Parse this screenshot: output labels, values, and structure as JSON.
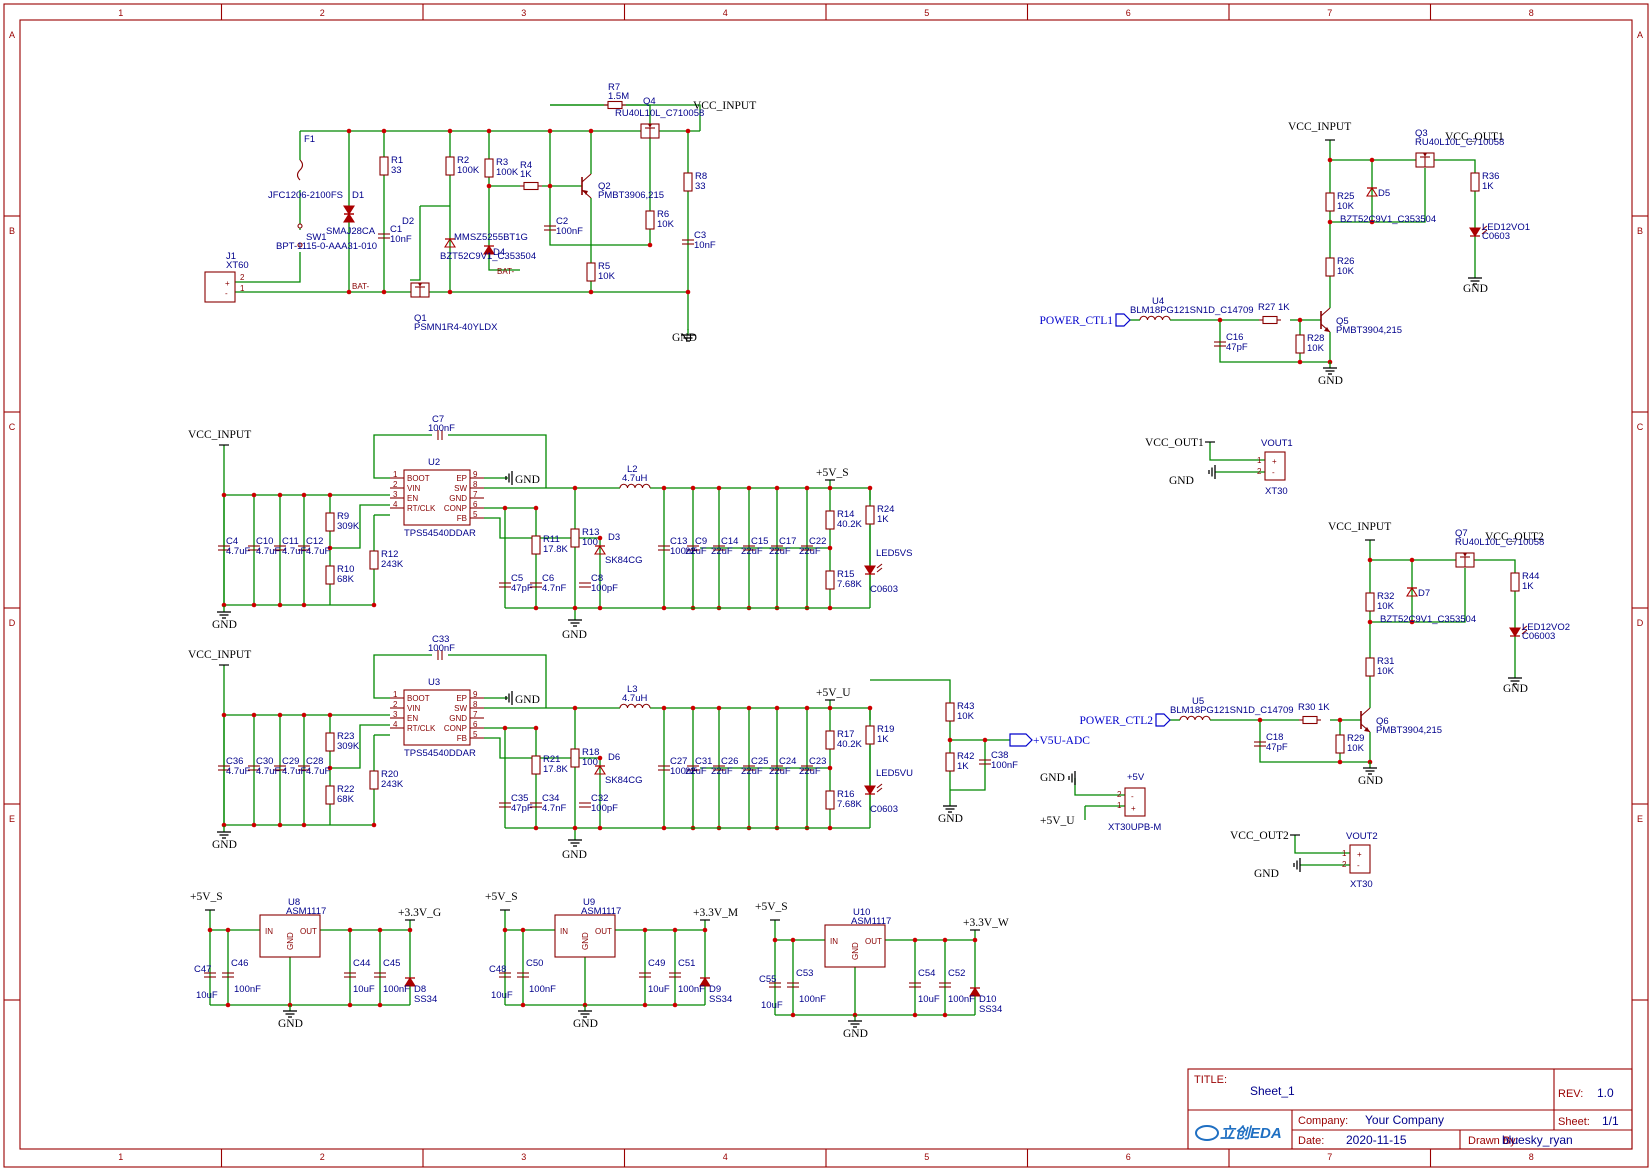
{
  "sheet": {
    "grid_columns": [
      "1",
      "2",
      "3",
      "4",
      "5",
      "6",
      "7",
      "8"
    ],
    "grid_rows": [
      "A",
      "B",
      "C",
      "D",
      "E"
    ]
  },
  "title_block": {
    "title_label": "TITLE:",
    "title_value": "Sheet_1",
    "rev_label": "REV:",
    "rev_value": "1.0",
    "company_label": "Company:",
    "company_value": "Your Company",
    "sheet_label": "Sheet:",
    "sheet_value": "1/1",
    "date_label": "Date:",
    "date_value": "2020-11-15",
    "drawn_label": "Drawn By:",
    "drawn_value": "bluesky_ryan",
    "logo_text": "立创EDA"
  },
  "nets": {
    "vcc_input": "VCC_INPUT",
    "gnd": "GND",
    "bat_minus": "BAT-",
    "v5s": "+5V_S",
    "v5u": "+5V_U",
    "v5": "+5V",
    "vcc_out1": "VCC_OUT1",
    "vcc_out2": "VCC_OUT2",
    "v33g": "+3.3V_G",
    "v33m": "+3.3V_M",
    "v33w": "+3.3V_W"
  },
  "ports": {
    "power_ctl1": "POWER_CTL1",
    "power_ctl2": "POWER_CTL2",
    "v5u_adc": "+V5U-ADC"
  },
  "input_stage": {
    "J1": [
      "J1",
      "XT60"
    ],
    "F1": [
      "F1",
      "JFC1206-2100FS"
    ],
    "D1": [
      "D1",
      "SMAJ28CA"
    ],
    "SW1": [
      "SW1",
      "BPT-1115-0-AAA31-010"
    ],
    "R1": [
      "R1",
      "33"
    ],
    "C1": [
      "C1",
      "10nF"
    ],
    "R2": [
      "R2",
      "100K"
    ],
    "D2": [
      "D2",
      "BZT52C9V1_C353504"
    ],
    "Q1": [
      "Q1",
      "PSMN1R4-40YLDX"
    ],
    "R3": [
      "R3",
      "100K"
    ],
    "D4": [
      "D4",
      "MMSZ5255BT1G"
    ],
    "R4": [
      "R4",
      "1K"
    ],
    "C2": [
      "C2",
      "100nF"
    ],
    "R5": [
      "R5",
      "10K"
    ],
    "Q2": [
      "Q2",
      "PMBT3906,215"
    ],
    "R6": [
      "R6",
      "10K"
    ],
    "R7": [
      "R7",
      "1.5M"
    ],
    "Q4": [
      "Q4",
      "RU40L10L_C710058"
    ],
    "R8": [
      "R8",
      "33"
    ],
    "C3": [
      "C3",
      "10nF"
    ]
  },
  "buck_s": {
    "U2": [
      "U2",
      "TPS54540DDAR"
    ],
    "C7": [
      "C7",
      "100nF"
    ],
    "L2": [
      "L2",
      "4.7uH"
    ],
    "R9": [
      "R9",
      "309K"
    ],
    "R10": [
      "R10",
      "68K"
    ],
    "R12": [
      "R12",
      "243K"
    ],
    "R11": [
      "R11",
      "17.8K"
    ],
    "R13": [
      "R13",
      "100"
    ],
    "D3": [
      "D3",
      "SK84CG"
    ],
    "C5": [
      "C5",
      "47pF"
    ],
    "C6": [
      "C6",
      "4.7nF"
    ],
    "C8": [
      "C8",
      "100pF"
    ],
    "C13": [
      "C13",
      "100nF"
    ],
    "R14": [
      "R14",
      "40.2K"
    ],
    "R15": [
      "R15",
      "7.68K"
    ],
    "R24": [
      "R24",
      "1K"
    ],
    "LED": [
      "LED5VS",
      "C0603"
    ],
    "in_caps": [
      "C4",
      "C10",
      "C11",
      "C12"
    ],
    "in_vals": [
      "4.7uF",
      "4.7uF",
      "4.7uF",
      "4.7uF"
    ],
    "out_caps": [
      "C9",
      "C14",
      "C15",
      "C17",
      "C22"
    ],
    "out_vals": [
      "22uF",
      "22uF",
      "22uF",
      "22uF",
      "22uF"
    ]
  },
  "buck_u": {
    "U3": [
      "U3",
      "TPS54540DDAR"
    ],
    "C33": [
      "C33",
      "100nF"
    ],
    "L3": [
      "L3",
      "4.7uH"
    ],
    "R23": [
      "R23",
      "309K"
    ],
    "R22": [
      "R22",
      "68K"
    ],
    "R20": [
      "R20",
      "243K"
    ],
    "R21": [
      "R21",
      "17.8K"
    ],
    "R18": [
      "R18",
      "100"
    ],
    "D6": [
      "D6",
      "SK84CG"
    ],
    "C35": [
      "C35",
      "47pF"
    ],
    "C34": [
      "C34",
      "4.7nF"
    ],
    "C32": [
      "C32",
      "100pF"
    ],
    "C27": [
      "C27",
      "100nF"
    ],
    "R17": [
      "R17",
      "40.2K"
    ],
    "R16": [
      "R16",
      "7.68K"
    ],
    "R19": [
      "R19",
      "1K"
    ],
    "LED": [
      "LED5VU",
      "C0603"
    ],
    "R43": [
      "R43",
      "10K"
    ],
    "R42": [
      "R42",
      "1K"
    ],
    "C38": [
      "C38",
      "100nF"
    ],
    "in_caps": [
      "C36",
      "C30",
      "C29",
      "C28"
    ],
    "in_vals": [
      "4.7uF",
      "4.7uF",
      "4.7uF",
      "4.7uF"
    ],
    "out_caps": [
      "C31",
      "C26",
      "C25",
      "C24",
      "C23"
    ],
    "out_vals": [
      "22uF",
      "22uF",
      "22uF",
      "22uF",
      "22uF"
    ]
  },
  "ic_pins": {
    "left": [
      "BOOT",
      "VIN",
      "EN",
      "RT/CLK"
    ],
    "left_no": [
      "1",
      "2",
      "3",
      "4"
    ],
    "right": [
      "EP",
      "SW",
      "GND",
      "CONP",
      "FB"
    ],
    "right_no": [
      "9",
      "8",
      "7",
      "6",
      "5"
    ]
  },
  "ldo": {
    "pins": [
      "IN",
      "OUT",
      "GND"
    ],
    "g": {
      "U": [
        "U8",
        "ASM1117"
      ],
      "Ca": [
        "C47",
        "10uF"
      ],
      "Cb": [
        "C46",
        "100nF"
      ],
      "Cc": [
        "C44",
        "10uF"
      ],
      "Cd": [
        "C45",
        "100nF"
      ],
      "D": [
        "D8",
        "SS34"
      ]
    },
    "m": {
      "U": [
        "U9",
        "ASM1117"
      ],
      "Ca": [
        "C48",
        "10uF"
      ],
      "Cb": [
        "C50",
        "100nF"
      ],
      "Cc": [
        "C49",
        "10uF"
      ],
      "Cd": [
        "C51",
        "100nF"
      ],
      "D": [
        "D9",
        "SS34"
      ]
    },
    "w": {
      "U": [
        "U10",
        "ASM1117"
      ],
      "Ca": [
        "C55",
        "10uF"
      ],
      "Cb": [
        "C53",
        "100nF"
      ],
      "Cc": [
        "C54",
        "10uF"
      ],
      "Cd": [
        "C52",
        "100nF"
      ],
      "D": [
        "D10",
        "SS34"
      ]
    }
  },
  "switch1": {
    "Q3": [
      "Q3",
      "RU40L10L_C710058"
    ],
    "R25": [
      "R25",
      "10K"
    ],
    "D5": [
      "D5",
      "BZT52C9V1_C353504"
    ],
    "R36": [
      "R36",
      "1K"
    ],
    "LED": [
      "LED12VO1",
      "C0603"
    ],
    "R26": [
      "R26",
      "10K"
    ],
    "U4": [
      "U4",
      "BLM18PG121SN1D_C14709"
    ],
    "R27": [
      "R27",
      "1K"
    ],
    "Q5": [
      "Q5",
      "PMBT3904,215"
    ],
    "R28": [
      "R28",
      "10K"
    ],
    "C16": [
      "C16",
      "47pF"
    ]
  },
  "switch2": {
    "Q7": [
      "Q7",
      "RU40L10L_C710058"
    ],
    "R32": [
      "R32",
      "10K"
    ],
    "D7": [
      "D7",
      "BZT52C9V1_C353504"
    ],
    "R44": [
      "R44",
      "1K"
    ],
    "LED": [
      "LED12VO2",
      "C06003"
    ],
    "R31": [
      "R31",
      "10K"
    ],
    "U5": [
      "U5",
      "BLM18PG121SN1D_C14709"
    ],
    "R30": [
      "R30",
      "1K"
    ],
    "Q6": [
      "Q6",
      "PMBT3904,215"
    ],
    "R29": [
      "R29",
      "10K"
    ],
    "C18": [
      "C18",
      "47pF"
    ]
  },
  "connectors": {
    "VOUT1": [
      "VOUT1",
      "XT30"
    ],
    "VOUT2": [
      "VOUT2",
      "XT30"
    ],
    "V5": [
      "+5V",
      "XT30UPB-M"
    ],
    "pin_plus": "+",
    "pin_minus": "-",
    "pin1": "1",
    "pin2": "2"
  }
}
